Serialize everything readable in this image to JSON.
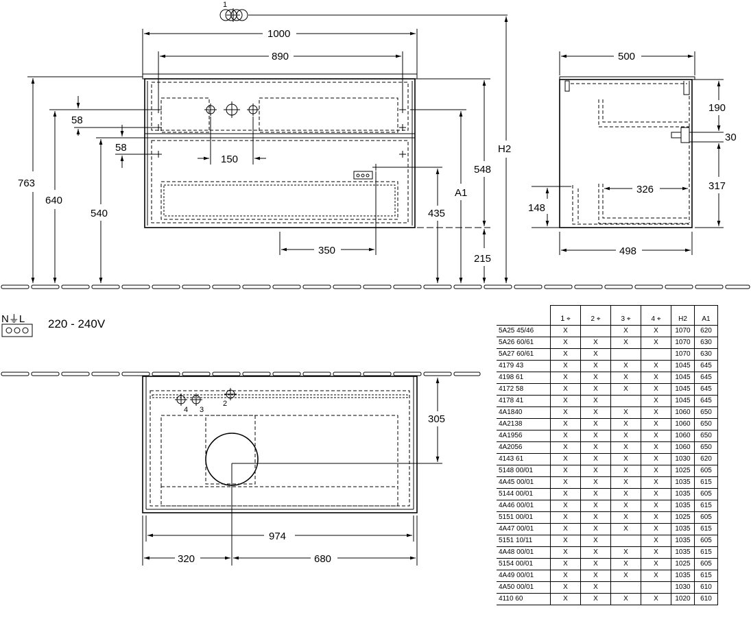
{
  "dimensions": {
    "width_1000": "1000",
    "width_890": "890",
    "width_500": "500",
    "h_763": "763",
    "h_640": "640",
    "h_540": "540",
    "h_58a": "58",
    "h_58b": "58",
    "w_150": "150",
    "h_548": "548",
    "label_a1": "A1",
    "label_h2": "H2",
    "h_435": "435",
    "w_350": "350",
    "h_215": "215",
    "side_190": "190",
    "side_30": "30",
    "side_317": "317",
    "side_326": "326",
    "side_148": "148",
    "side_498": "498",
    "top_305": "305",
    "top_974": "974",
    "top_320": "320",
    "top_680": "680",
    "outlet_1": "1",
    "top_label_2": "2",
    "top_label_3": "3",
    "top_label_4": "4"
  },
  "electrical": {
    "symbol_label": "N⏚L",
    "voltage": "220 - 240V"
  },
  "table": {
    "headers": [
      "1",
      "2",
      "3",
      "4",
      "H2",
      "A1"
    ],
    "rows": [
      {
        "model": "5A25 45/46",
        "c1": "X",
        "c2": "",
        "c3": "X",
        "c4": "X",
        "h2": "1070",
        "a1": "620"
      },
      {
        "model": "5A26 60/61",
        "c1": "X",
        "c2": "X",
        "c3": "X",
        "c4": "X",
        "h2": "1070",
        "a1": "630"
      },
      {
        "model": "5A27 60/61",
        "c1": "X",
        "c2": "X",
        "c3": "",
        "c4": "",
        "h2": "1070",
        "a1": "630"
      },
      {
        "model": "4179 43",
        "c1": "X",
        "c2": "X",
        "c3": "X",
        "c4": "X",
        "h2": "1045",
        "a1": "645"
      },
      {
        "model": "4198 61",
        "c1": "X",
        "c2": "X",
        "c3": "X",
        "c4": "X",
        "h2": "1045",
        "a1": "645"
      },
      {
        "model": "4172 58",
        "c1": "X",
        "c2": "X",
        "c3": "X",
        "c4": "X",
        "h2": "1045",
        "a1": "645"
      },
      {
        "model": "4178 41",
        "c1": "X",
        "c2": "X",
        "c3": "",
        "c4": "X",
        "h2": "1045",
        "a1": "645"
      },
      {
        "model": "4A1840",
        "c1": "X",
        "c2": "X",
        "c3": "X",
        "c4": "X",
        "h2": "1060",
        "a1": "650"
      },
      {
        "model": "4A2138",
        "c1": "X",
        "c2": "X",
        "c3": "X",
        "c4": "X",
        "h2": "1060",
        "a1": "650"
      },
      {
        "model": "4A1956",
        "c1": "X",
        "c2": "X",
        "c3": "X",
        "c4": "X",
        "h2": "1060",
        "a1": "650"
      },
      {
        "model": "4A2056",
        "c1": "X",
        "c2": "X",
        "c3": "X",
        "c4": "X",
        "h2": "1060",
        "a1": "650"
      },
      {
        "model": "4143 61",
        "c1": "X",
        "c2": "X",
        "c3": "X",
        "c4": "X",
        "h2": "1030",
        "a1": "620"
      },
      {
        "model": "5148 00/01",
        "c1": "X",
        "c2": "X",
        "c3": "X",
        "c4": "X",
        "h2": "1025",
        "a1": "605"
      },
      {
        "model": "4A45 00/01",
        "c1": "X",
        "c2": "X",
        "c3": "X",
        "c4": "X",
        "h2": "1035",
        "a1": "615"
      },
      {
        "model": "5144 00/01",
        "c1": "X",
        "c2": "X",
        "c3": "X",
        "c4": "X",
        "h2": "1035",
        "a1": "605"
      },
      {
        "model": "4A46 00/01",
        "c1": "X",
        "c2": "X",
        "c3": "X",
        "c4": "X",
        "h2": "1035",
        "a1": "615"
      },
      {
        "model": "5151 00/01",
        "c1": "X",
        "c2": "X",
        "c3": "X",
        "c4": "X",
        "h2": "1025",
        "a1": "605"
      },
      {
        "model": "4A47 00/01",
        "c1": "X",
        "c2": "X",
        "c3": "X",
        "c4": "X",
        "h2": "1035",
        "a1": "615"
      },
      {
        "model": "5151 10/11",
        "c1": "X",
        "c2": "X",
        "c3": "",
        "c4": "X",
        "h2": "1035",
        "a1": "605"
      },
      {
        "model": "4A48 00/01",
        "c1": "X",
        "c2": "X",
        "c3": "X",
        "c4": "X",
        "h2": "1035",
        "a1": "615"
      },
      {
        "model": "5154 00/01",
        "c1": "X",
        "c2": "X",
        "c3": "X",
        "c4": "X",
        "h2": "1025",
        "a1": "605"
      },
      {
        "model": "4A49 00/01",
        "c1": "X",
        "c2": "X",
        "c3": "X",
        "c4": "X",
        "h2": "1035",
        "a1": "615"
      },
      {
        "model": "4A50 00/01",
        "c1": "X",
        "c2": "X",
        "c3": "",
        "c4": "",
        "h2": "1030",
        "a1": "610"
      },
      {
        "model": "4110 60",
        "c1": "X",
        "c2": "X",
        "c3": "X",
        "c4": "X",
        "h2": "1020",
        "a1": "610"
      }
    ]
  }
}
